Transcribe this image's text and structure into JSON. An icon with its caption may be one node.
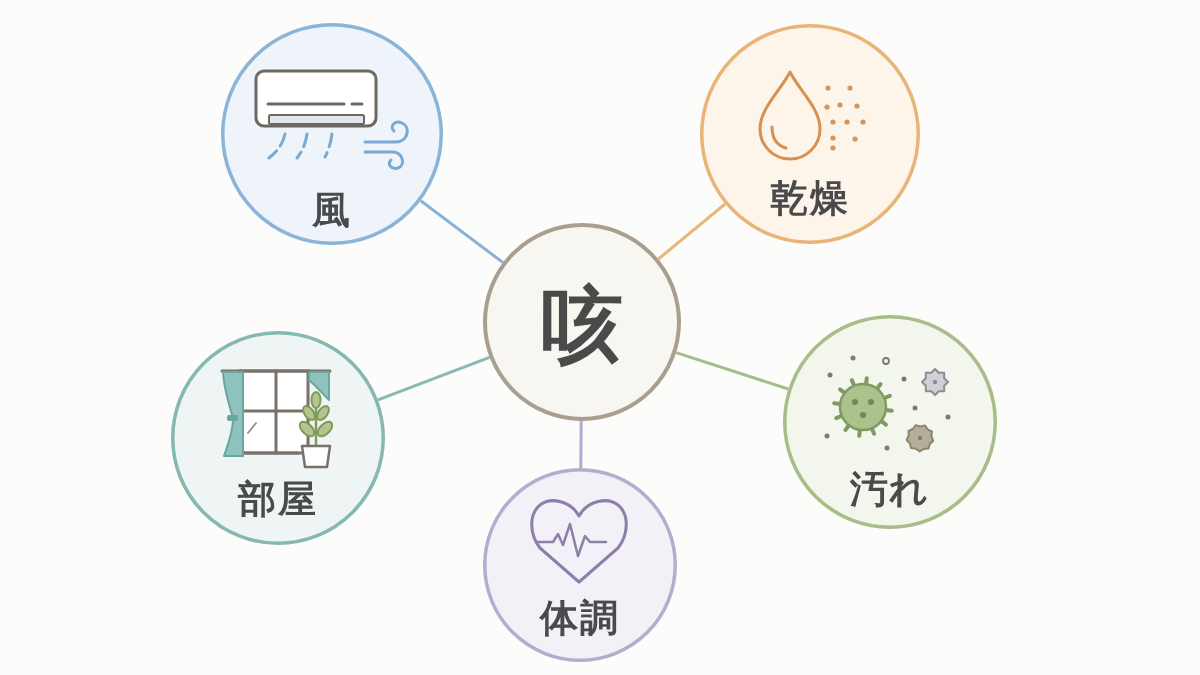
{
  "diagram": {
    "nodes": [
      {
        "text": [
          "風"
        ]
      },
      {
        "text": [
          "乾燥"
        ]
      },
      {
        "text": [
          "咳"
        ]
      },
      {
        "text": [
          "部屋"
        ]
      },
      {
        "text": [
          "汚れ"
        ]
      },
      {
        "text": [
          "体調"
        ]
      }
    ],
    "edges": [
      {
        "from": 2,
        "to": 0,
        "arrow": "none",
        "color": "#86b3d9"
      },
      {
        "from": 2,
        "to": 1,
        "arrow": "none",
        "color": "#e9b679"
      },
      {
        "from": 2,
        "to": 3,
        "arrow": "none",
        "color": "#88bab5"
      },
      {
        "from": 2,
        "to": 4,
        "arrow": "none",
        "color": "#a5bd86"
      },
      {
        "from": 2,
        "to": 5,
        "arrow": "none",
        "color": "#b3aacc"
      }
    ]
  }
}
